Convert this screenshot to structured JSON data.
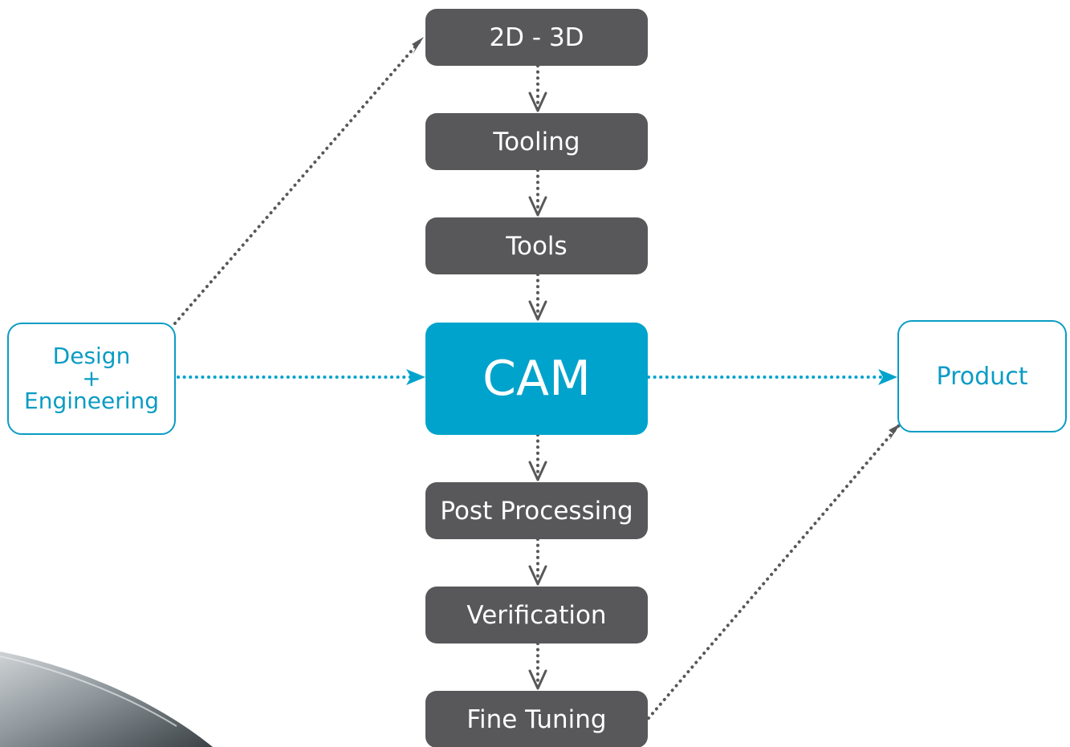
{
  "colors": {
    "dark_box": "#58585a",
    "main_box": "#00a3cc",
    "outline": "#0a9cc4",
    "gray_connector": "#58585a",
    "blue_connector": "#00a3cc"
  },
  "nodes": {
    "step_2d3d": "2D - 3D",
    "step_tooling": "Tooling",
    "step_tools": "Tools",
    "cam": "CAM",
    "step_post_processing": "Post Processing",
    "step_verification": "Verification",
    "step_fine_tuning": "Fine Tuning",
    "design_line1": "Design",
    "design_line2": "+",
    "design_line3": "Engineering",
    "product": "Product"
  }
}
